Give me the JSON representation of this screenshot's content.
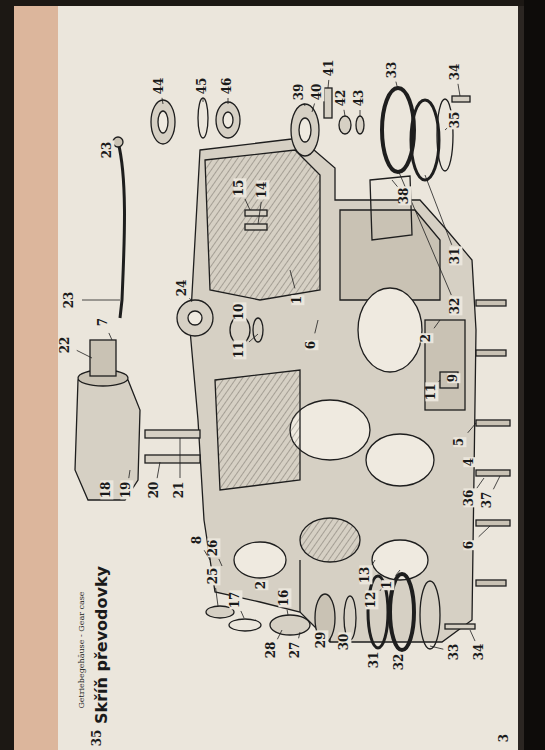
{
  "diagram": {
    "title": "Skříň převodovky",
    "labels": [
      "Getriebegehäuse - Gear case",
      "44",
      "45",
      "46",
      "39",
      "40",
      "41",
      "42",
      "43",
      "33",
      "34",
      "35",
      "31",
      "32",
      "23",
      "23",
      "22",
      "7",
      "24",
      "15",
      "14",
      "38",
      "6",
      "1",
      "2",
      "11",
      "9",
      "5",
      "4",
      "10",
      "11",
      "18",
      "19",
      "20",
      "21",
      "8",
      "26",
      "25",
      "17",
      "16",
      "2",
      "28",
      "27",
      "29",
      "30",
      "12",
      "13",
      "1",
      "36",
      "37",
      "6",
      "31",
      "32",
      "33",
      "34",
      "3",
      "35"
    ]
  }
}
